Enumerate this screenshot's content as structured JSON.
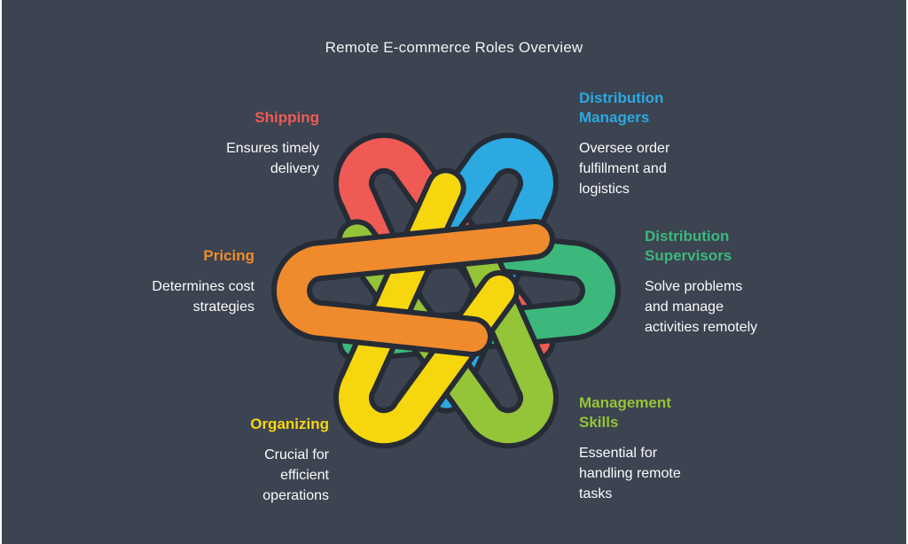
{
  "title": "Remote E-commerce Roles Overview",
  "items": [
    {
      "id": "shipping",
      "heading": "Shipping",
      "body": "Ensures timely\ndelivery",
      "color": "#ef5a55"
    },
    {
      "id": "distribution-managers",
      "heading": "Distribution\nManagers",
      "body": "Oversee order\nfulfillment and\nlogistics",
      "color": "#2ca9e1"
    },
    {
      "id": "pricing",
      "heading": "Pricing",
      "body": "Determines cost\nstrategies",
      "color": "#ef8b2d"
    },
    {
      "id": "distribution-supervisors",
      "heading": "Distribution\nSupervisors",
      "body": "Solve problems\nand manage\nactivities remotely",
      "color": "#3cb87c"
    },
    {
      "id": "organizing",
      "heading": "Organizing",
      "body": "Crucial for\nefficient\noperations",
      "color": "#f6d60d"
    },
    {
      "id": "management-skills",
      "heading": "Management\nSkills",
      "body": "Essential for\nhandling remote\ntasks",
      "color": "#94c438"
    }
  ],
  "colors": {
    "background": "#3c4351",
    "knot_outline": "#262c36",
    "body_text": "#fbfbfb",
    "title_text": "#f2f2f2"
  }
}
